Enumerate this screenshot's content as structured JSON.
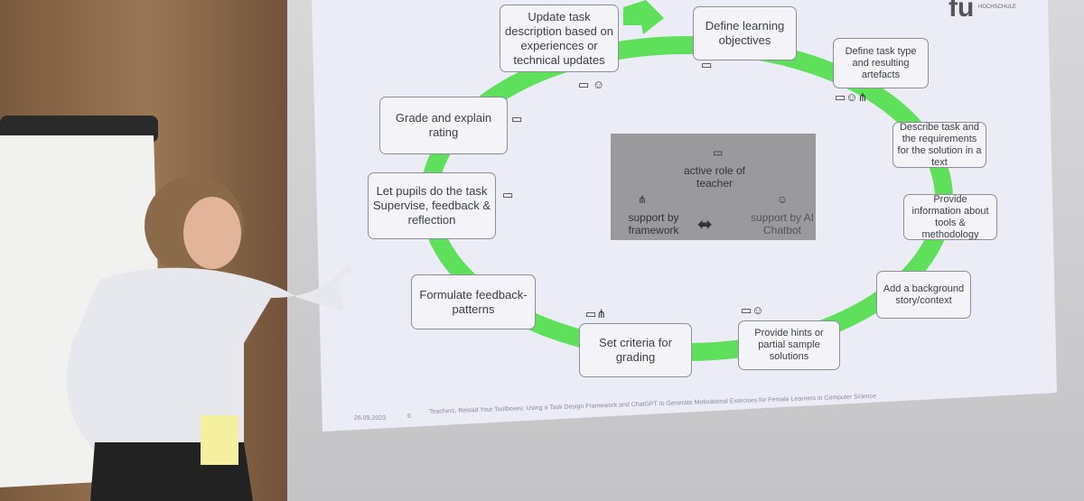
{
  "slide": {
    "logo": {
      "mark": "fu",
      "sub": "HOCHSCHULE"
    },
    "steps": [
      "Update task description based on experiences or technical updates",
      "Define learning objectives",
      "Define task type and resulting artefacts",
      "Describe task and the requirements for the solution in a text",
      "Provide information about tools & methodology",
      "Add a background story/context",
      "Provide hints or partial sample solutions",
      "Set criteria for grading",
      "Formulate feedback-patterns",
      "Let pupils do the task Supervise, feedback & reflection",
      "Grade and explain rating"
    ],
    "legend": {
      "teacher": "active role of teacher",
      "framework": "support by framework",
      "chatbot": "support by AI Chatbot"
    },
    "footer": {
      "date": "26.09.2023",
      "page": "6",
      "title": "Teachers, Reload Your Toolboxes: Using a Task Design Framework and ChatGPT to Generate Motivational Exercises for Female Learners in Computer Science"
    },
    "colors": {
      "cycle": "#5ee05a",
      "slide": "#eeeef8"
    }
  }
}
